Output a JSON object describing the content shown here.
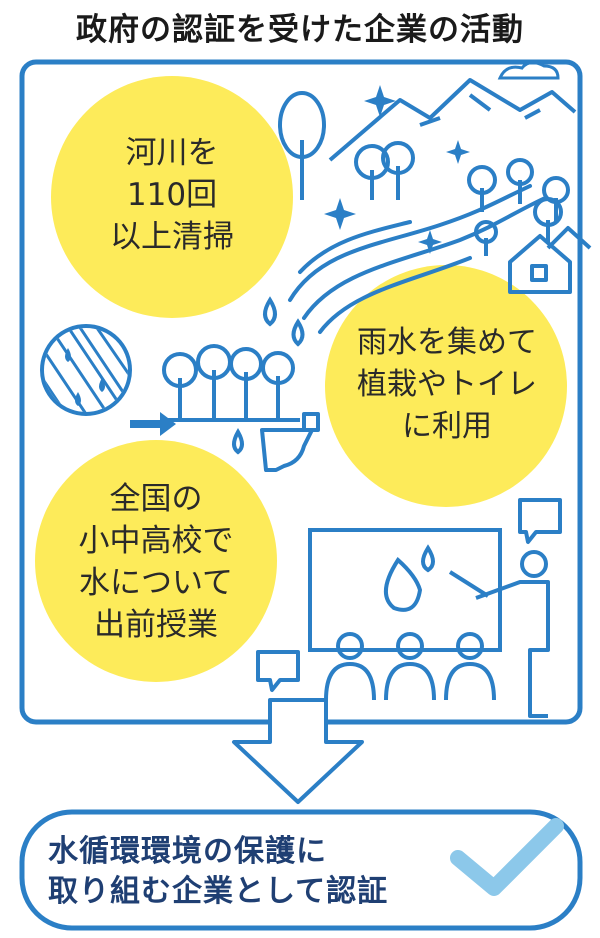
{
  "title": "政府の認証を受けた企業の活動",
  "activities": [
    {
      "lines": [
        "河川を",
        "110回",
        "以上清掃"
      ]
    },
    {
      "lines": [
        "雨水を集めて",
        "植栽やトイレ",
        "に利用"
      ]
    },
    {
      "lines": [
        "全国の",
        "小中高校で",
        "水について",
        "出前授業"
      ]
    }
  ],
  "result": {
    "lines": [
      "水循環環境の保護に",
      "取り組む企業として認証"
    ]
  },
  "colors": {
    "frame": "#2b7fc6",
    "circle": "#fdeb5a",
    "line_art": "#2b7fc6",
    "check": "#8cc8ea",
    "result_text": "#1f3f73"
  },
  "icons": [
    "mountain-icon",
    "tree-icon",
    "river-icon",
    "house-icon",
    "rain-icon",
    "water-drop-icon",
    "sparkle-icon",
    "toilet-icon",
    "whiteboard-icon",
    "teacher-icon",
    "student-icon",
    "speech-bubble-icon",
    "down-arrow-icon",
    "check-icon"
  ]
}
